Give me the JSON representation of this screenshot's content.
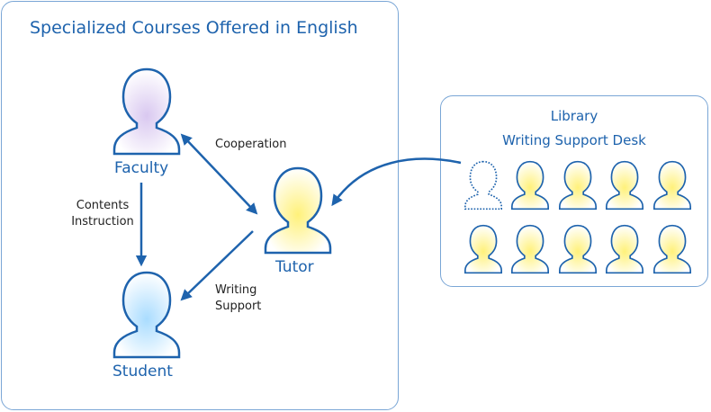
{
  "courses": {
    "title": "Specialized Courses Offered in English",
    "faculty_label": "Faculty",
    "tutor_label": "Tutor",
    "student_label": "Student"
  },
  "edges": {
    "cooperation": "Cooperation",
    "contents_instruction": [
      "Contents",
      "Instruction"
    ],
    "writing_support": [
      "Writing",
      "Support"
    ]
  },
  "library": {
    "title": "Library",
    "subtitle": "Writing Support Desk"
  },
  "colors": {
    "blue": "#1e63ad",
    "faculty_fill": "#d9c8f0",
    "tutor_fill": "#fff17a",
    "student_fill": "#a9dcff"
  }
}
